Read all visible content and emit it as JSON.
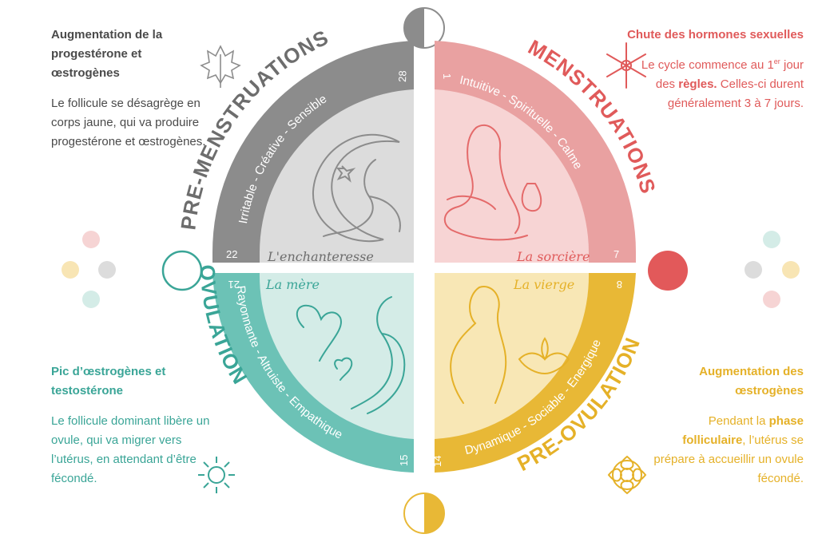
{
  "phases": {
    "premenstruation": {
      "title": "PRE-MENSTRUATIONS",
      "traits": "Irritable - Créative - Sensible",
      "archetype": "L'enchanteresse",
      "day_start": "22",
      "day_end": "28",
      "color": "#8c8c8c",
      "fill": "#dcdcdc",
      "icon": "leaf-icon",
      "heading": "Augmentation de la progestérone et œstrogènes",
      "body": "Le follicule se désagrège en corps jaune, qui va produire progestérone et œstrogènes."
    },
    "menstruation": {
      "title": "MENSTRUATIONS",
      "traits": "Intuitive - Spirituelle - Calme",
      "archetype": "La sorcière",
      "day_start": "1",
      "day_end": "7",
      "color": "#e46a6a",
      "fill": "#f7d4d4",
      "icon": "snowflake-icon",
      "heading": "Chute des hormones sexuelles",
      "body_1": "Le cycle commence au 1",
      "body_sup": "er",
      "body_2": " jour des ",
      "body_bold": "règles.",
      "body_3": " Celles-ci durent généralement 3 à 7 jours."
    },
    "ovulation": {
      "title": "OVULATION",
      "traits": "Rayonnante - Altruiste - Empathique",
      "archetype": "La mère",
      "day_start": "15",
      "day_end": "21",
      "color": "#6cc2b6",
      "fill": "#d4ece7",
      "icon": "sun-icon",
      "heading": "Pic d’œstrogènes et testostérone",
      "body": "Le follicule dominant libère un ovule, qui va migrer vers l’utérus, en attendant d’être fécondé."
    },
    "preovulation": {
      "title": "PRE-OVULATION",
      "traits": "Dynamique - Sociable - Energique",
      "archetype": "La vierge",
      "day_start": "8",
      "day_end": "14",
      "color": "#e8b836",
      "fill": "#f8e7b5",
      "icon": "flower-icon",
      "heading": "Augmentation des œstrogènes",
      "body_1": "Pendant la ",
      "body_bold": "phase folliculaire",
      "body_2": ", l’utérus se prépare à accueillir un ovule fécondé."
    }
  }
}
